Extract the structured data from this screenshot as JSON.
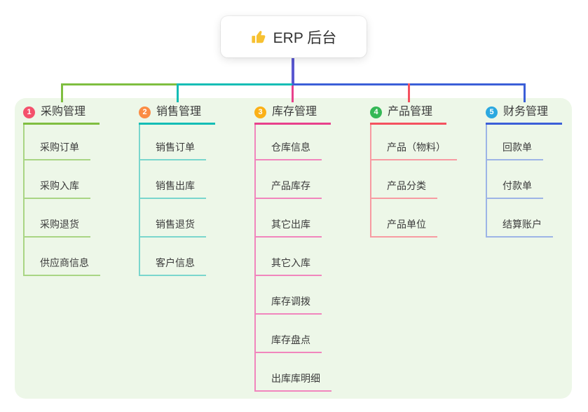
{
  "root": {
    "icon": "thumbs-up",
    "label": "ERP 后台"
  },
  "branches": [
    {
      "num": "1",
      "label": "采购管理",
      "badge_color": "#f4516c",
      "line_color": "#7fbe40",
      "child_line_color": "#a9d584",
      "children": [
        "采购订单",
        "采购入库",
        "采购退货",
        "供应商信息"
      ]
    },
    {
      "num": "2",
      "label": "销售管理",
      "badge_color": "#fb8c44",
      "line_color": "#14bdb5",
      "child_line_color": "#7ad6cd",
      "children": [
        "销售订单",
        "销售出库",
        "销售退货",
        "客户信息"
      ]
    },
    {
      "num": "3",
      "label": "库存管理",
      "badge_color": "#fbb017",
      "line_color": "#e8418c",
      "child_line_color": "#f186bd",
      "children": [
        "仓库信息",
        "产品库存",
        "其它出库",
        "其它入库",
        "库存调拨",
        "库存盘点",
        "出库库明细"
      ]
    },
    {
      "num": "4",
      "label": "产品管理",
      "badge_color": "#35b856",
      "line_color": "#f4515f",
      "child_line_color": "#f79ba2",
      "children": [
        "产品（物料）",
        "产品分类",
        "产品单位"
      ]
    },
    {
      "num": "5",
      "label": "财务管理",
      "badge_color": "#2ba8e0",
      "line_color": "#3b5fd8",
      "child_line_color": "#9db4e6",
      "children": [
        "回款单",
        "付款单",
        "结算账户"
      ]
    }
  ],
  "colors": {
    "panel_bg": "#edf7e8",
    "stem": "#5a58d0",
    "text": "#3b3b3b",
    "node_bg": "#ffffff",
    "icon_gold": "#f7c131"
  }
}
